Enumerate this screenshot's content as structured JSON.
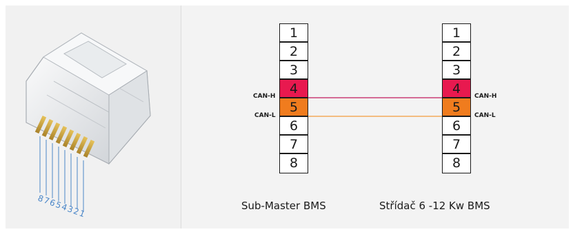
{
  "connector_image": {
    "pin_numbers_text": "87654321"
  },
  "left_block": {
    "pins": [
      "1",
      "2",
      "3",
      "4",
      "5",
      "6",
      "7",
      "8"
    ],
    "label_can_h": "CAN-H",
    "label_can_l": "CAN-L",
    "caption": "Sub-Master BMS"
  },
  "right_block": {
    "pins": [
      "1",
      "2",
      "3",
      "4",
      "5",
      "6",
      "7",
      "8"
    ],
    "label_can_h": "CAN-H",
    "label_can_l": "CAN-L",
    "caption": "Střídač 6 -12 Kw  BMS"
  },
  "colors": {
    "can_h": "#e8194f",
    "can_l": "#f07c1e",
    "wire_h": "#c2185b",
    "wire_l": "#f39a3c"
  }
}
